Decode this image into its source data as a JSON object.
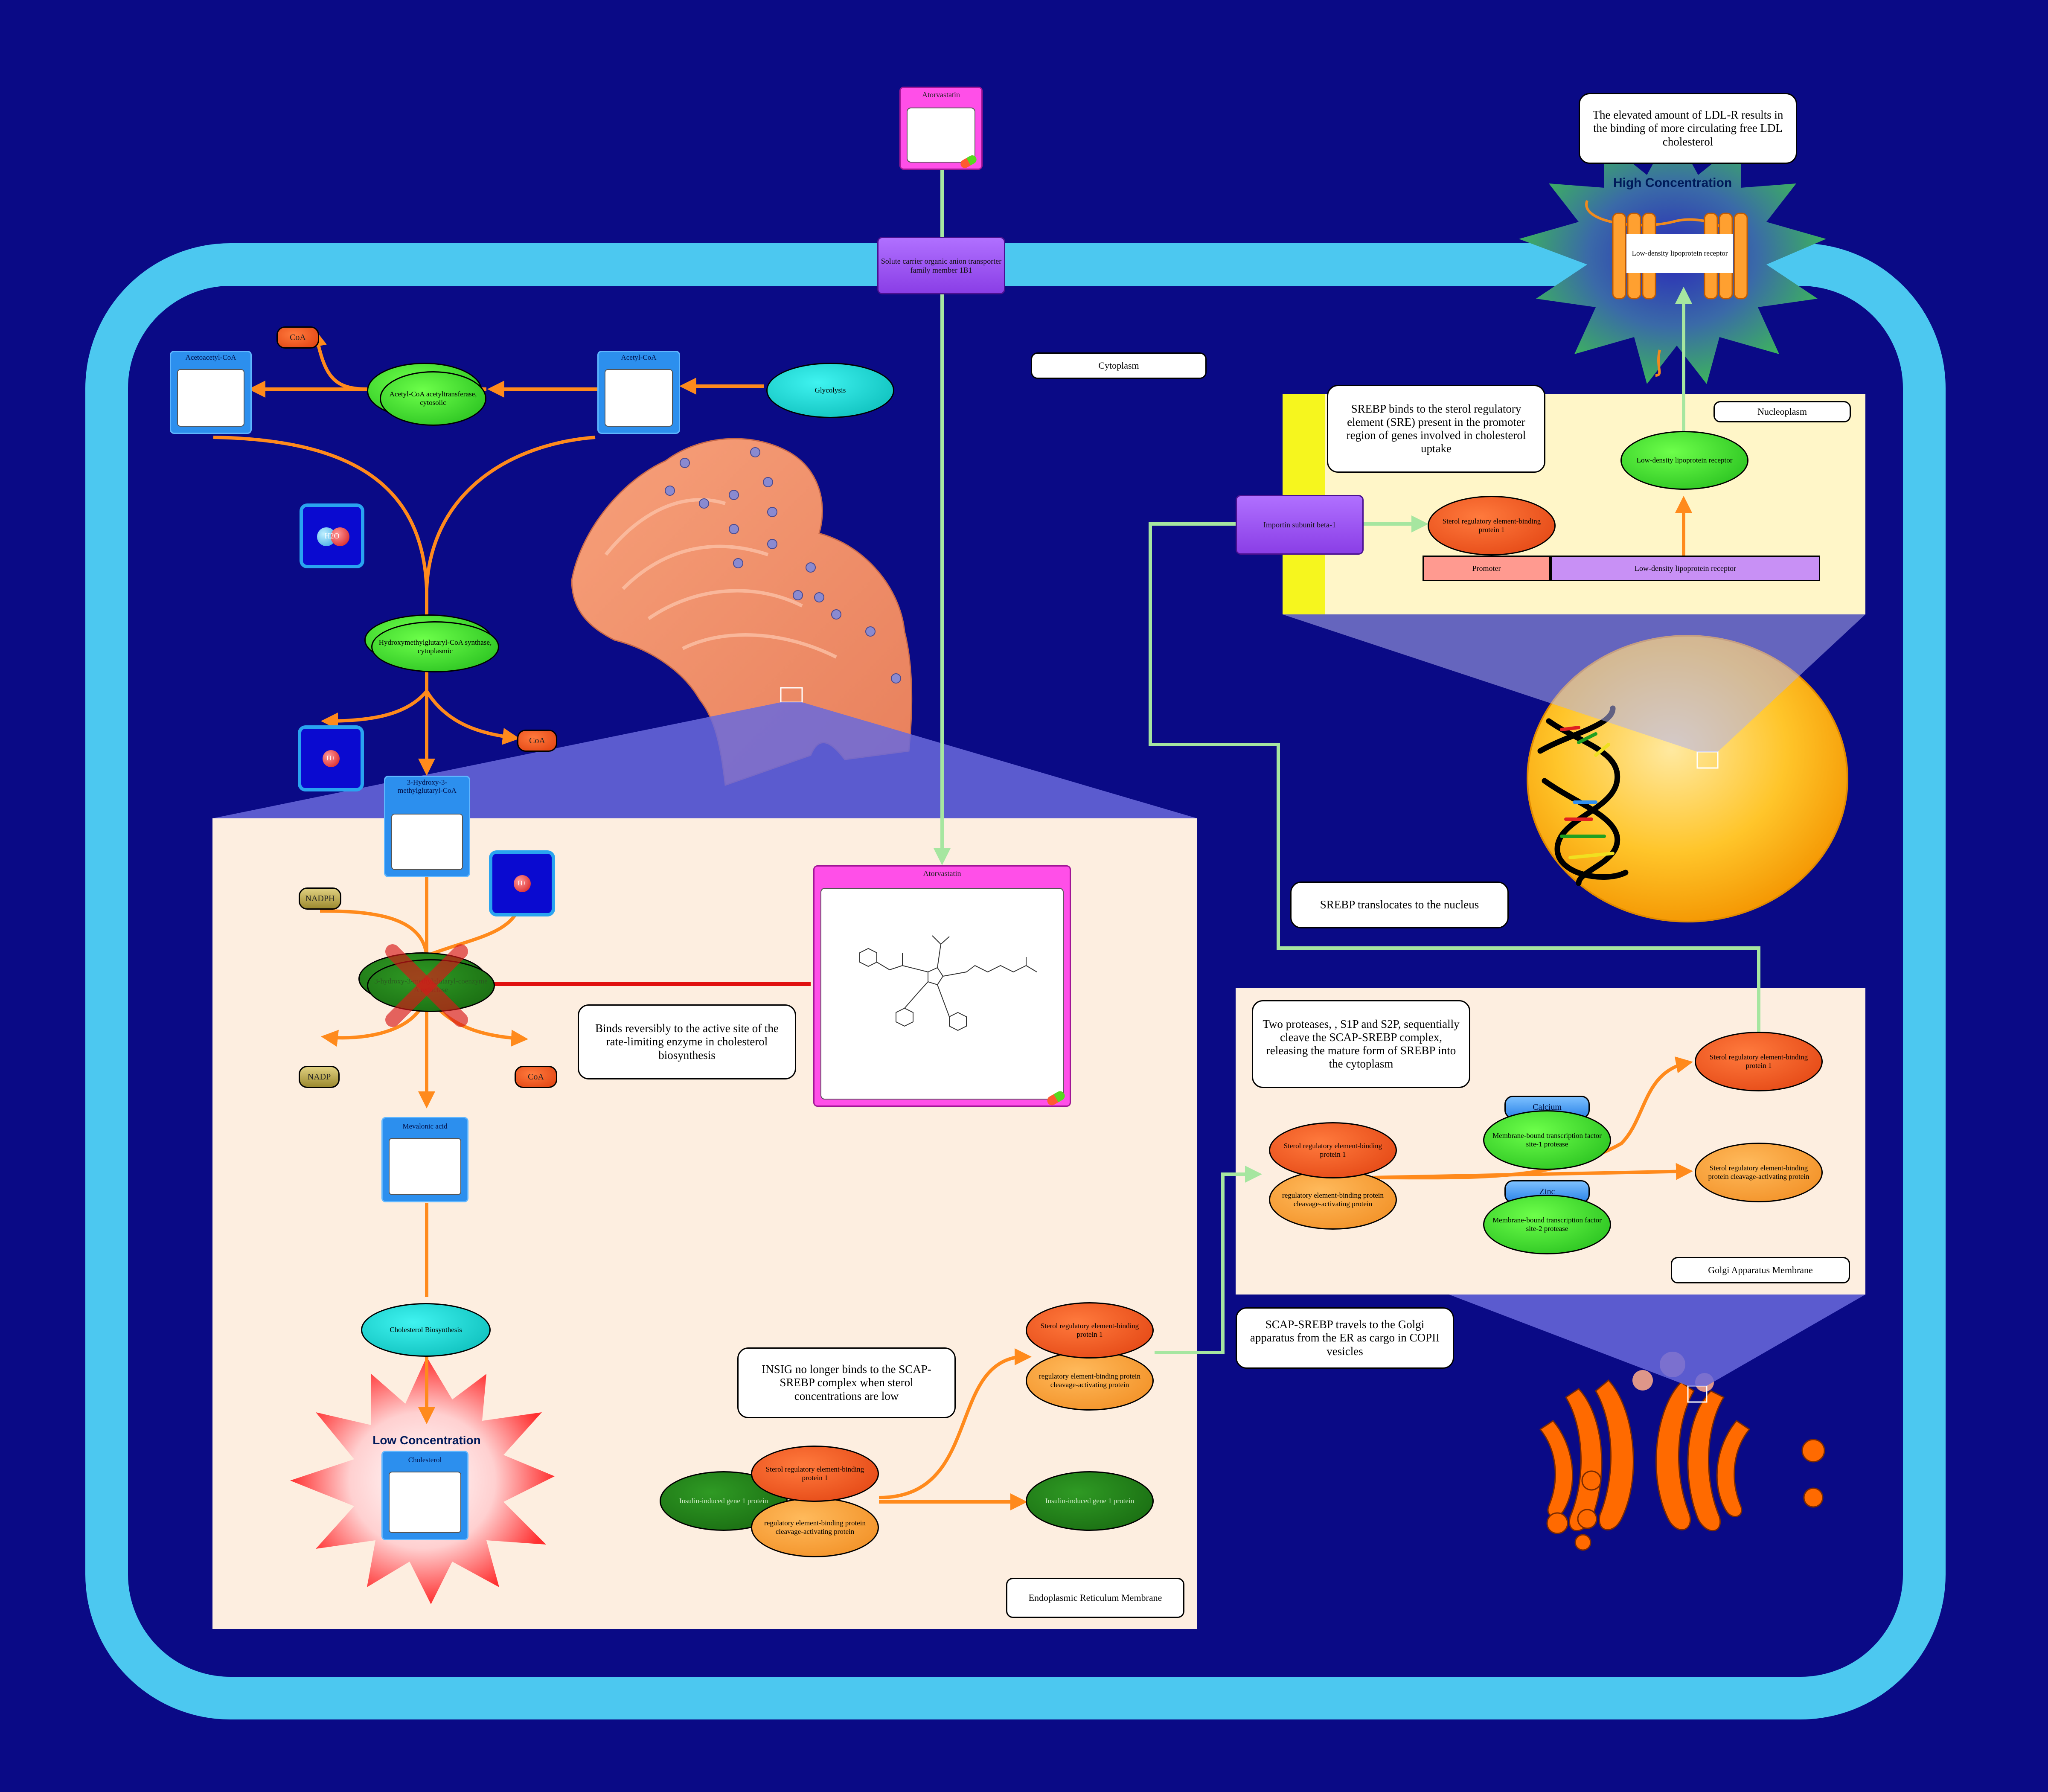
{
  "top_drug": {
    "label": "Atorvastatin"
  },
  "transporter": {
    "label": "Solute carrier organic anion transporter family member 1B1"
  },
  "high_conc": {
    "note": "The elevated amount of LDL-R results in the binding of more circulating free LDL cholesterol",
    "title": "High Concentration",
    "receptor": "Low-density lipoprotein receptor"
  },
  "cytoplasm_label": "Cytoplasm",
  "pathway": {
    "acetoacetyl_coa": "Acetoacetyl-CoA",
    "acetyl_coa": "Acetyl-CoA",
    "coa_top": "CoA",
    "acetyltransferase": "Acetyl-CoA acetyltransferase, cytosolic",
    "glycolysis": "Glycolysis",
    "water": "H2O",
    "hmg_synthase": "Hydroxymethylglutaryl-CoA synthase, cytoplasmic",
    "proton_top": "H+",
    "coa_mid": "CoA",
    "hmg_coa": "3-Hydroxy-3-methylglutaryl-CoA",
    "proton_er": "H+",
    "nadph": "NADPH",
    "hmg_reductase": "3-hydroxy-3-methylglutaryl-coenzyme A reductase",
    "nadp": "NADP",
    "coa_bottom": "CoA",
    "mevalonic": "Mevalonic acid",
    "chol_biosynthesis": "Cholesterol Biosynthesis",
    "low_conc_title": "Low Concentration",
    "cholesterol": "Cholesterol"
  },
  "er": {
    "atorvastatin": "Atorvastatin",
    "binds_note": "Binds reversibly to the active site of the rate-limiting enzyme in cholesterol biosynthesis",
    "insig_note": "INSIG no longer binds to the SCAP-SREBP complex when sterol concentrations are low",
    "insig": "Insulin-induced gene 1 protein",
    "insig_right": "Insulin-induced gene 1 protein",
    "srebp": "Sterol regulatory element-binding protein 1",
    "scap": "regulatory element-binding protein cleavage-activating protein",
    "srebp_up": "Sterol regulatory element-binding protein 1",
    "scap_up": "regulatory element-binding protein cleavage-activating protein",
    "membrane_label": "Endoplasmic Reticulum Membrane"
  },
  "nucleus": {
    "importin": "Importin subunit beta-1",
    "sre_note": "SREBP binds to the sterol regulatory element (SRE) present in the promoter region of genes involved in cholesterol uptake",
    "nucleoplasm": "Nucleoplasm",
    "srebp": "Sterol regulatory element-binding protein 1",
    "ldlr_protein": "Low-density lipoprotein receptor",
    "promoter": "Promoter",
    "ldlr_gene": "Low-density lipoprotein receptor",
    "translocate_note": "SREBP translocates to the nucleus"
  },
  "golgi": {
    "proteases_note": "Two proteases, , S1P and S2P, sequentially cleave the SCAP-SREBP complex, releasing the mature form of SREBP into the cytoplasm",
    "srebp": "Sterol regulatory element-binding protein 1",
    "scap": "regulatory element-binding protein cleavage-activating protein",
    "calcium": "Calcium",
    "s1p": "Membrane-bound transcription factor site-1 protease",
    "zinc": "Zinc",
    "s2p": "Membrane-bound transcription factor site-2 protease",
    "srebp_out": "Sterol regulatory element-binding protein 1",
    "scap_out": "Sterol regulatory element-binding protein cleavage-activating protein",
    "membrane_label": "Golgi Apparatus Membrane",
    "travel_note": "SCAP-SREBP travels to the Golgi apparatus from the ER as cargo in COPII vesicles"
  },
  "colors": {
    "background": "#0a0a86",
    "cell_membrane": "#4cc8f0",
    "er_panel": "#fdeee0",
    "nucleoplasm_panel": "#fff6c8",
    "arrow": "#ff8a1c",
    "transport_line": "#a6e6a0",
    "inhibition": "#e01010"
  }
}
